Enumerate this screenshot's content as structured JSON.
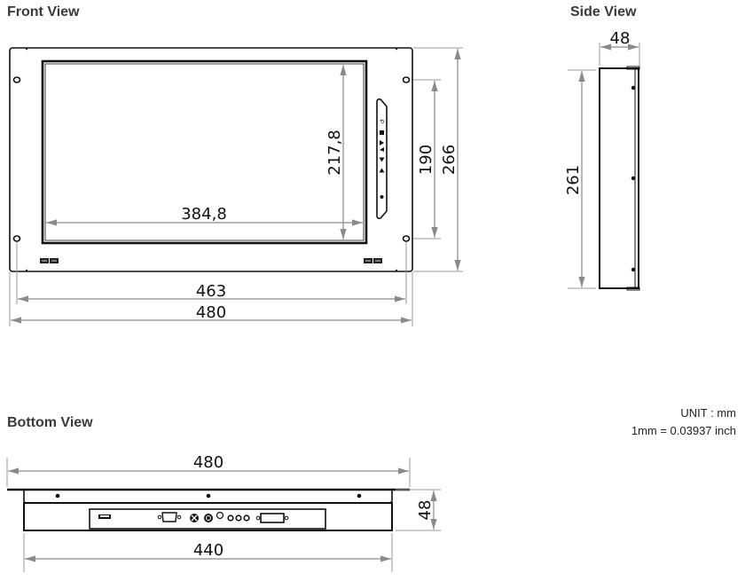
{
  "titles": {
    "front": "Front View",
    "side": "Side View",
    "bottom": "Bottom View"
  },
  "units": {
    "unit_label": "UNIT : mm",
    "conversion": "1mm = 0.03937 inch"
  },
  "front_view": {
    "dimensions": {
      "screen_width": "384,8",
      "screen_height": "217,8",
      "hole_spacing_vertical": "190",
      "overall_height": "266",
      "hole_spacing_horizontal": "463",
      "overall_width": "480"
    },
    "osd_buttons": [
      "power",
      "down",
      "up",
      "left",
      "right",
      "menu",
      "auto"
    ]
  },
  "side_view": {
    "dimensions": {
      "depth": "48",
      "height": "261"
    }
  },
  "bottom_view": {
    "dimensions": {
      "overall_width": "480",
      "body_width": "440",
      "depth": "48"
    },
    "connectors": [
      "usb",
      "vga-dsub",
      "ps2",
      "dc-in",
      "audio-jack",
      "av-1",
      "av-2",
      "av-3",
      "dvi"
    ]
  },
  "colors": {
    "line": "#111111",
    "dimension_line": "#8a8a8a",
    "title_text": "#3a3a3a"
  }
}
